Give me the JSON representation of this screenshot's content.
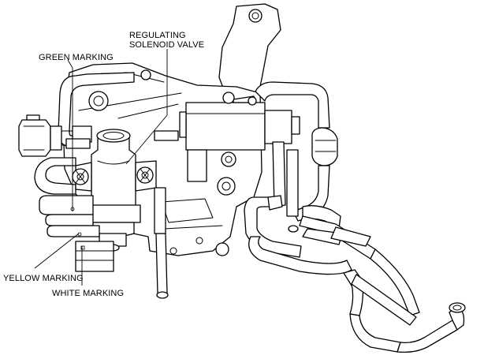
{
  "labels": {
    "regulating_line1": "REGULATING",
    "regulating_line2": "SOLENOID VALVE",
    "green": "GREEN MARKING",
    "yellow": "YELLOW MARKING",
    "white": "WHITE MARKING"
  },
  "colors": {
    "line": "#000000",
    "background": "#ffffff"
  }
}
